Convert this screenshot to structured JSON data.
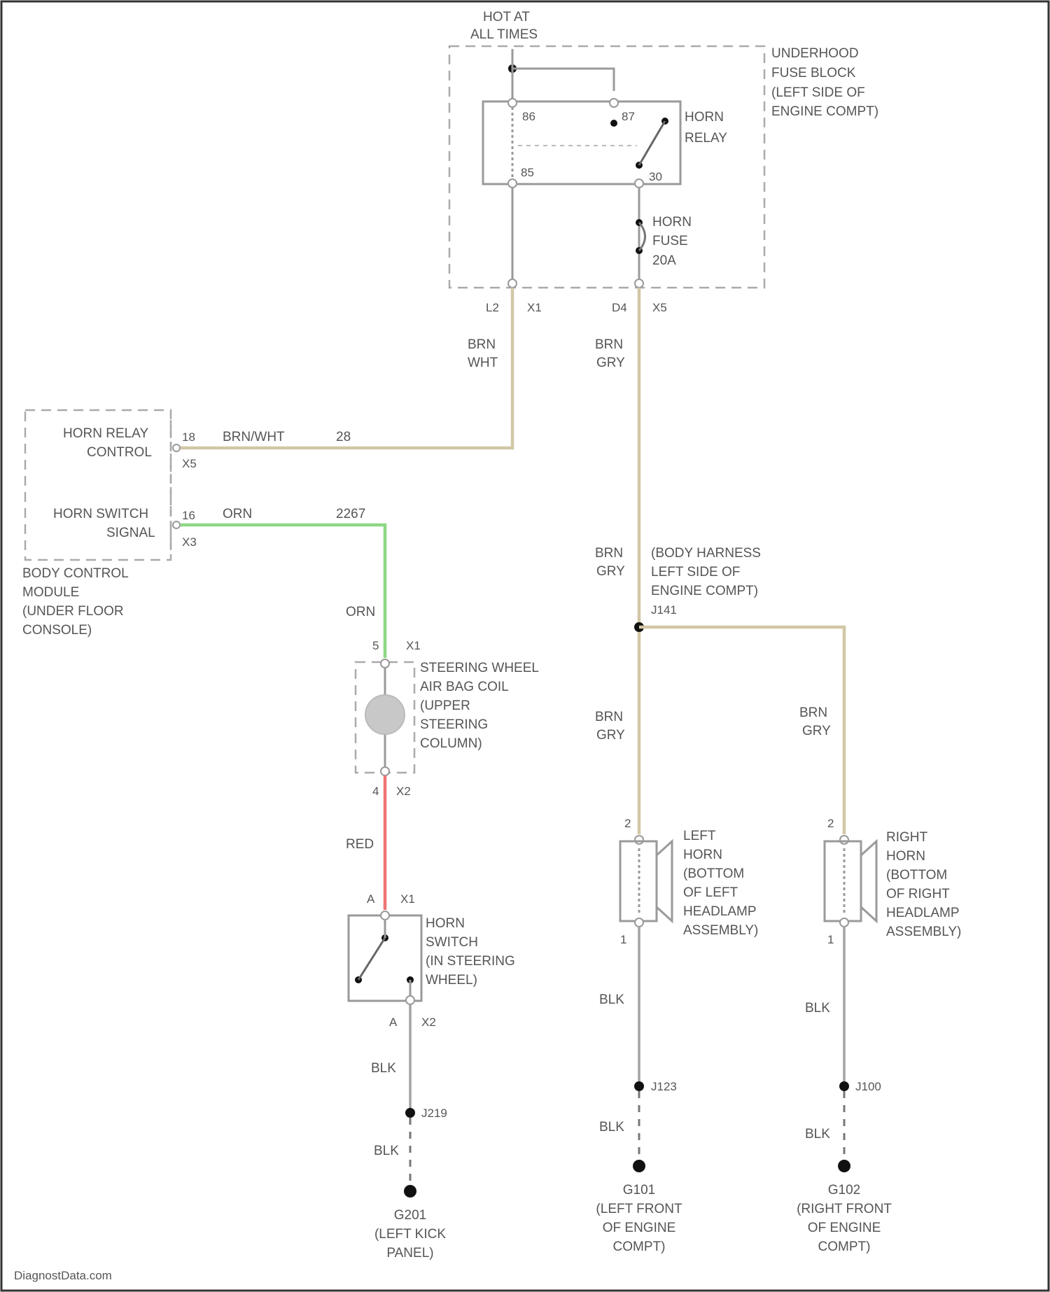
{
  "power": {
    "line1": "HOT AT",
    "line2": "ALL TIMES"
  },
  "fuse_block": {
    "lines": [
      "UNDERHOOD",
      "FUSE BLOCK",
      "(LEFT SIDE OF",
      "ENGINE COMPT)"
    ]
  },
  "relay": {
    "label_1": "HORN",
    "label_2": "RELAY",
    "pin_86": "86",
    "pin_87": "87",
    "pin_85": "85",
    "pin_30": "30"
  },
  "fuse": {
    "line1": "HORN",
    "line2": "FUSE",
    "line3": "20A"
  },
  "fuse_block_pins": {
    "left_pin": "L2",
    "left_conn": "X1",
    "right_pin": "D4",
    "right_conn": "X5"
  },
  "wires": {
    "brn_wht_1": "BRN",
    "brn_wht_2": "WHT",
    "brn_gry_1": "BRN",
    "brn_gry_2": "GRY",
    "brn_wht_horizontal": "BRN/WHT",
    "splice_28": "28",
    "org_horizontal": "ORN",
    "splice_2267": "2267",
    "org_vertical": "ORN",
    "red": "RED",
    "blk": "BLK"
  },
  "bcm": {
    "relay_control_1": "HORN RELAY",
    "relay_control_2": "CONTROL",
    "relay_pin": "18",
    "relay_conn": "X5",
    "switch_signal_1": "HORN SWITCH",
    "switch_signal_2": "SIGNAL",
    "switch_pin": "16",
    "switch_conn": "X3",
    "name_lines": [
      "BODY CONTROL",
      "MODULE",
      "(UNDER FLOOR",
      "CONSOLE)"
    ]
  },
  "coil": {
    "top_pin": "5",
    "top_conn": "X1",
    "bottom_pin": "4",
    "bottom_conn": "X2",
    "lines": [
      "STEERING WHEEL",
      "AIR BAG COIL",
      "(UPPER",
      "STEERING",
      "COLUMN)"
    ]
  },
  "horn_switch": {
    "top_pin": "A",
    "top_conn": "X1",
    "bottom_pin": "A",
    "bottom_conn": "X2",
    "lines": [
      "HORN",
      "SWITCH",
      "(IN STEERING",
      "WHEEL)"
    ]
  },
  "body_harness": {
    "lines": [
      "(BODY HARNESS",
      "LEFT SIDE OF",
      "ENGINE COMPT)"
    ],
    "splice": "J141"
  },
  "left_horn": {
    "top_pin": "2",
    "bottom_pin": "1",
    "lines": [
      "LEFT",
      "HORN",
      "(BOTTOM",
      "OF LEFT",
      "HEADLAMP",
      "ASSEMBLY)"
    ]
  },
  "right_horn": {
    "top_pin": "2",
    "bottom_pin": "1",
    "lines": [
      "RIGHT",
      "HORN",
      "(BOTTOM",
      "OF RIGHT",
      "HEADLAMP",
      "ASSEMBLY)"
    ]
  },
  "splices": {
    "s_219": "J219",
    "s_123": "J123",
    "s_100": "J100"
  },
  "grounds": {
    "g201_lines": [
      "G201",
      "(LEFT KICK",
      "PANEL)"
    ],
    "g101_lines": [
      "G101",
      "(LEFT FRONT",
      "OF ENGINE",
      "COMPT)"
    ],
    "g102_lines": [
      "G102",
      "(RIGHT FRONT",
      "OF ENGINE",
      "COMPT)"
    ]
  },
  "watermark": "DiagnostData.com",
  "colors": {
    "brn": "#d2c7a5",
    "orn": "#8cd884",
    "red": "#ef7474",
    "blk": "#a3a3a3"
  }
}
